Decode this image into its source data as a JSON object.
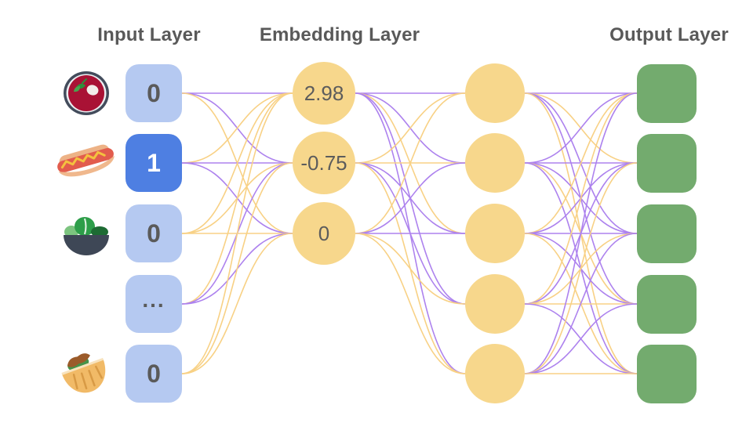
{
  "titles": {
    "input": "Input Layer",
    "embedding": "Embedding Layer",
    "output": "Output Layer"
  },
  "input_layer": {
    "nodes": [
      {
        "value": "0",
        "active": false,
        "icon": "borscht-soup-icon"
      },
      {
        "value": "1",
        "active": true,
        "icon": "hot-dog-icon"
      },
      {
        "value": "0",
        "active": false,
        "icon": "green-salad-icon"
      },
      {
        "value": "...",
        "active": false,
        "icon": null
      },
      {
        "value": "0",
        "active": false,
        "icon": "stuffed-flatbread-icon"
      }
    ]
  },
  "embedding_layer": {
    "values": [
      "2.98",
      "-0.75",
      "0"
    ]
  },
  "hidden_layer": {
    "node_count": 5
  },
  "output_layer": {
    "node_count": 5
  },
  "colors": {
    "input_node": "#b5c9f1",
    "input_node_active": "#4e7fe2",
    "input_text": "#5a5a5a",
    "input_text_active": "#ffffff",
    "embedding_node": "#f7d78c",
    "hidden_node": "#f7d78c",
    "value_text": "#5c5c5c",
    "output_node": "#73ab6e",
    "title_text": "#595959",
    "edge_purple": "#ad82ee",
    "edge_yellow": "#f8d185"
  },
  "edges": {
    "input_to_embedding": [
      [
        "purple",
        "purple",
        "yellow"
      ],
      [
        "yellow",
        "purple",
        "purple"
      ],
      [
        "yellow",
        "yellow",
        "yellow"
      ],
      [
        "yellow",
        "purple",
        "purple"
      ],
      [
        "yellow",
        "yellow",
        "yellow"
      ]
    ],
    "embedding_to_hidden": [
      [
        "purple",
        "purple",
        "yellow",
        "purple",
        "purple"
      ],
      [
        "yellow",
        "yellow",
        "purple",
        "purple",
        "yellow"
      ],
      [
        "yellow",
        "purple",
        "purple",
        "yellow",
        "yellow"
      ]
    ],
    "hidden_to_output": [
      [
        "purple",
        "yellow",
        "purple",
        "purple",
        "yellow"
      ],
      [
        "purple",
        "purple",
        "purple",
        "yellow",
        "purple"
      ],
      [
        "yellow",
        "purple",
        "purple",
        "purple",
        "yellow"
      ],
      [
        "yellow",
        "purple",
        "yellow",
        "yellow",
        "purple"
      ],
      [
        "purple",
        "yellow",
        "purple",
        "purple",
        "yellow"
      ]
    ]
  }
}
